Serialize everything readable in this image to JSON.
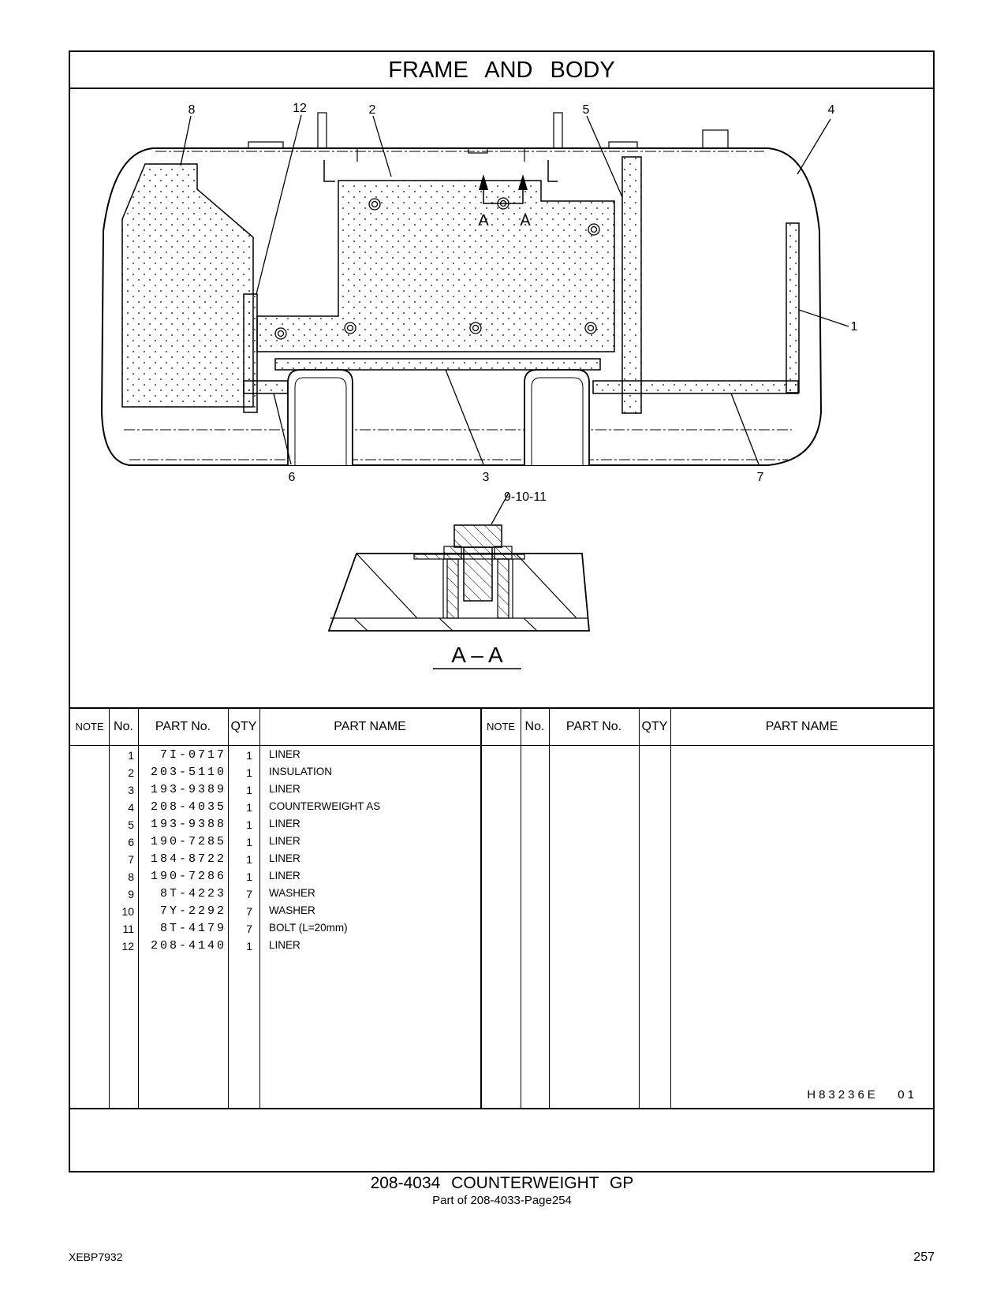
{
  "page": {
    "title": "FRAME AND BODY",
    "drawing_code": "H83236E   01",
    "group_title": "208-4034   COUNTERWEIGHT  GP",
    "group_subtitle": "Part of 208-4033-Page254",
    "doc_id": "XEBP7932",
    "page_number": "257"
  },
  "drawing": {
    "callouts": [
      "8",
      "12",
      "2",
      "5",
      "4",
      "1",
      "6",
      "3",
      "7",
      "9-10-11"
    ],
    "section_marks": [
      "A",
      "A"
    ],
    "section_label": "A – A"
  },
  "table": {
    "headers": [
      "NOTE",
      "No.",
      "PART No.",
      "QTY",
      "PART NAME"
    ],
    "rows": [
      {
        "no": "1",
        "part_no": "7I-0717",
        "qty": "1",
        "name": "LINER"
      },
      {
        "no": "2",
        "part_no": "203-5110",
        "qty": "1",
        "name": "INSULATION"
      },
      {
        "no": "3",
        "part_no": "193-9389",
        "qty": "1",
        "name": "LINER"
      },
      {
        "no": "4",
        "part_no": "208-4035",
        "qty": "1",
        "name": "COUNTERWEIGHT  AS"
      },
      {
        "no": "5",
        "part_no": "193-9388",
        "qty": "1",
        "name": "LINER"
      },
      {
        "no": "6",
        "part_no": "190-7285",
        "qty": "1",
        "name": "LINER"
      },
      {
        "no": "7",
        "part_no": "184-8722",
        "qty": "1",
        "name": "LINER"
      },
      {
        "no": "8",
        "part_no": "190-7286",
        "qty": "1",
        "name": "LINER"
      },
      {
        "no": "9",
        "part_no": "8T-4223",
        "qty": "7",
        "name": "WASHER"
      },
      {
        "no": "10",
        "part_no": "7Y-2292",
        "qty": "7",
        "name": "WASHER"
      },
      {
        "no": "11",
        "part_no": "8T-4179",
        "qty": "7",
        "name": "BOLT (L=20mm)"
      },
      {
        "no": "12",
        "part_no": "208-4140",
        "qty": "1",
        "name": "LINER"
      }
    ]
  }
}
